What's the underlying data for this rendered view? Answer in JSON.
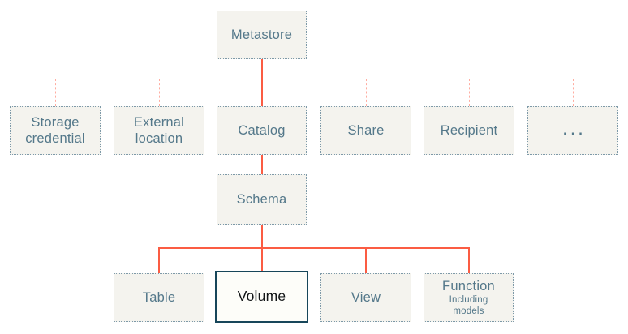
{
  "nodes": {
    "metastore": "Metastore",
    "storage_credential": "Storage credential",
    "external_location": "External location",
    "catalog": "Catalog",
    "share": "Share",
    "recipient": "Recipient",
    "more": "...",
    "schema": "Schema",
    "table": "Table",
    "volume": "Volume",
    "view": "View",
    "function": "Function",
    "function_note": "Including models"
  },
  "colors": {
    "background": "#ffffff",
    "node_fill": "#f4f3ee",
    "node_border": "#7d99a8",
    "node_text": "#54788a",
    "connector_solid": "#fb5c43",
    "connector_dashed": "#ffaca0",
    "highlight_border": "#17465a",
    "highlight_fill": "#fdfdf9",
    "highlight_text": "#121517"
  }
}
